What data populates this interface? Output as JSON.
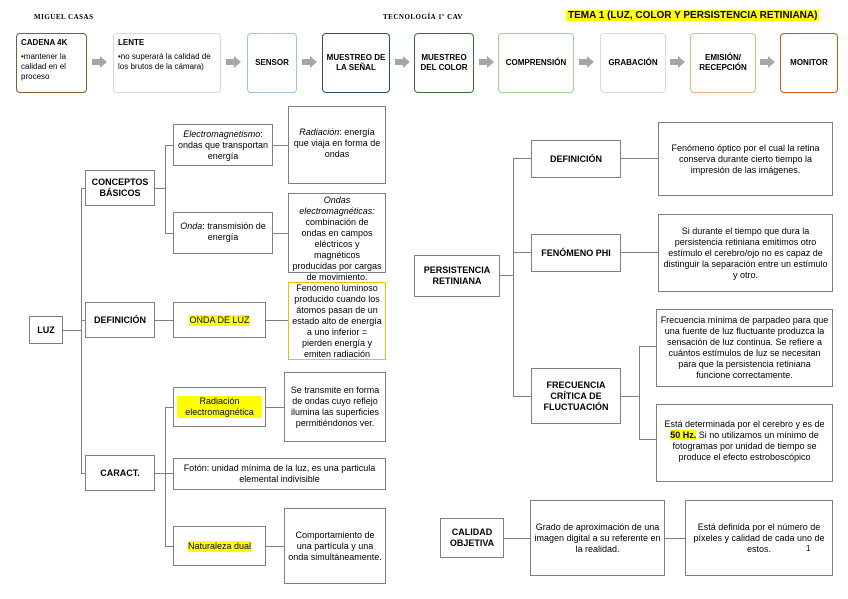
{
  "header": {
    "author": "MIGUEL CASAS",
    "course": "TECNOLOGÍA 1º CAV",
    "title": "TEMA 1 (LUZ, COLOR Y PERSISTENCIA RETINIANA)"
  },
  "pipeline": [
    {
      "label": "CADENA 4K",
      "bullet": "•mantener la calidad en el proceso",
      "color": "#8b5a2b"
    },
    {
      "label": "LENTE",
      "bullet": "•no superará la calidad de los brutos de la cámara)",
      "color": "#c0c0c0"
    },
    {
      "label": "SENSOR",
      "color": "#9dc3e6"
    },
    {
      "label": "MUESTREO DE LA SEÑAL",
      "color": "#2e4a6e"
    },
    {
      "label": "MUESTREO DEL COLOR",
      "color": "#38703a"
    },
    {
      "label": "COMPRENSIÓN",
      "color": "#a9d18e"
    },
    {
      "label": "GRABACIÓN",
      "color": "#d9d9d9"
    },
    {
      "label": "EMISIÓN/ RECEPCIÓN",
      "color": "#f4b183"
    },
    {
      "label": "MONITOR",
      "color": "#c55a11"
    }
  ],
  "luz": {
    "root": "LUZ",
    "conceptos": "CONCEPTOS BÁSICOS",
    "electro_term": "Electromagnetismo",
    "electro_rest": ": ondas que transportan energía",
    "radiacion_term": "Radiación",
    "radiacion_rest": ": energía que viaja en forma de ondas",
    "onda_term": "Onda",
    "onda_rest": ": transmisión de energía",
    "ondas_em_term": "Ondas electromagnéticas:",
    "ondas_em_rest": "combinación de ondas en campos eléctricos y magnéticos producidas por cargas de movimiento.",
    "definicion": "DEFINICIÓN",
    "onda_de_luz": "ONDA DE LUZ",
    "fenomeno_luminoso": "Fenómeno luminoso producido cuando los átomos pasan de un estado alto de energía a uno inferior = pierden energía y emiten radiación",
    "caract": "CARACT.",
    "radiacion_em": "Radiación electromagnética",
    "transmite": "Se transmite en forma de ondas cuyo reflejo ilumina las superficies permitiéndonos ver.",
    "foton": "Fotón: unidad mínima de la luz, es una particula elemental indivisible",
    "naturaleza": "Naturaleza dual",
    "comportamiento": "Comportamiento de una partícula y una onda simultáneamente."
  },
  "persistencia": {
    "root": "PERSISTENCIA RETINIANA",
    "definicion": "DEFINICIÓN",
    "def_text": "Fenómeno óptico por el cual la retina conserva durante cierto tiempo la impresión de las imágenes.",
    "phi": "FENÓMENO PHI",
    "phi_text": "Si durante el tiempo que dura la persistencia retiniana emitimos otro estímulo el cerebro/ojo no es capaz de distinguir la separación entre un estímulo y otro.",
    "frecuencia": "FRECUENCIA CRÍTICA DE FLUCTUACIÓN",
    "freq_text1": "Frecuencia mínima de parpadeo para que una fuente de luz fluctuante produzca la sensación de luz continua. Se refiere a cuántos estímulos de luz se necesitan para que la persistencia retiniana funcione correctamente.",
    "freq_text2_a": "Está determinada por el cerebro y es de ",
    "freq_hz": "50 Hz.",
    "freq_text2_b": " Si no utilizamos un mínimo de fotogramas por unidad de tiempo se produce el efecto estroboscópico"
  },
  "calidad": {
    "root": "CALIDAD OBJETIVA",
    "grado": "Grado de aproximación de una imagen digital a su referente en la realidad.",
    "definida": "Está definida por el número de píxeles y calidad de cada uno de estos."
  },
  "page_number": "1"
}
